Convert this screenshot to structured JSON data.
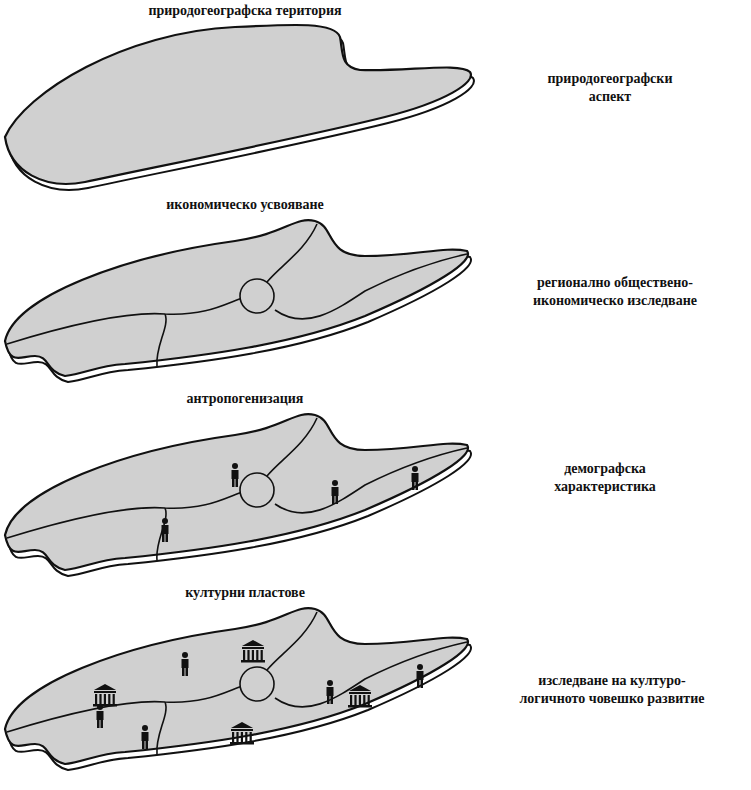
{
  "diagram": {
    "nodes": [
      {
        "text": [
          "природогеографска територия"
        ]
      },
      {
        "text": [
          "икономическо усвояване"
        ]
      },
      {
        "text": [
          "антропогенизация"
        ]
      },
      {
        "text": [
          "културни пластове"
        ]
      }
    ],
    "labels": [
      "природогеографски аспект",
      "регионално обществено- икономическо изследване",
      "демографска характеристика",
      "изследване на културо- логичното човешко развитие"
    ]
  }
}
